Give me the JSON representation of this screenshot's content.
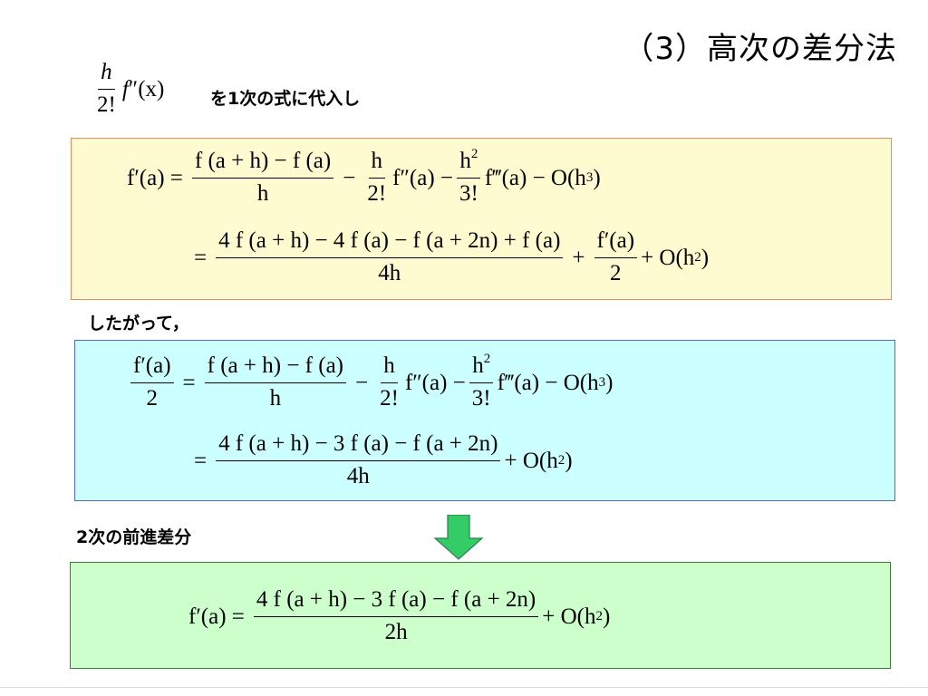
{
  "page": {
    "title": "（3）高次の差分法",
    "substitute_text": "を1次の式に代入し",
    "therefore_text": "したがって，",
    "second_order_label": "2次の前進差分"
  },
  "formulas": {
    "top": {
      "num": "h",
      "den": "2!",
      "f": "f",
      "prime": "″",
      "arg": "(x)"
    },
    "eq1": {
      "line1": {
        "lhs": "f′(a) =",
        "frac1_num": "f (a + h) − f (a)",
        "frac1_den": "h",
        "minus1": "−",
        "frac2_num": "h",
        "frac2_den": "2!",
        "term2": "f″(a) −",
        "frac3_num": "h",
        "frac3_num_exp": "2",
        "frac3_den": "3!",
        "term3": "f‴(a) − O(h",
        "term3_exp": "3",
        "term3_close": ")"
      },
      "line2": {
        "eq": "=",
        "frac1_num": "4 f (a + h) − 4 f (a) − f (a + 2n) + f (a)",
        "frac1_den": "4h",
        "plus": "+",
        "frac2_num": "f′(a)",
        "frac2_den": "2",
        "tail": "+ O(h",
        "tail_exp": "2",
        "tail_close": ")"
      }
    },
    "eq2": {
      "line1": {
        "lhs_num": "f′(a)",
        "lhs_den": "2",
        "eq": "=",
        "frac1_num": "f (a + h) − f (a)",
        "frac1_den": "h",
        "minus1": "−",
        "frac2_num": "h",
        "frac2_den": "2!",
        "term2": "f″(a) −",
        "frac3_num": "h",
        "frac3_num_exp": "2",
        "frac3_den": "3!",
        "term3": "f‴(a) − O(h",
        "term3_exp": "3",
        "term3_close": ")"
      },
      "line2": {
        "eq": "=",
        "frac1_num": "4 f (a + h) − 3 f (a) − f (a + 2n)",
        "frac1_den": "4h",
        "tail": "+ O(h",
        "tail_exp": "2",
        "tail_close": ")"
      }
    },
    "eq3": {
      "lhs": "f′(a) =",
      "frac1_num": "4 f (a + h) − 3 f (a) − f (a + 2n)",
      "frac1_den": "2h",
      "tail": "+ O(h",
      "tail_exp": "2",
      "tail_close": ")"
    }
  },
  "colors": {
    "yellow_fill": "#fffbd0",
    "yellow_border": "#f08a5d",
    "blue_fill": "#ccffff",
    "blue_border": "#4a6bc9",
    "green_fill": "#ccffcc",
    "green_border": "#3a7a3a",
    "arrow_fill": "#33cc66"
  },
  "icons": {
    "arrow": "down-arrow-icon"
  }
}
